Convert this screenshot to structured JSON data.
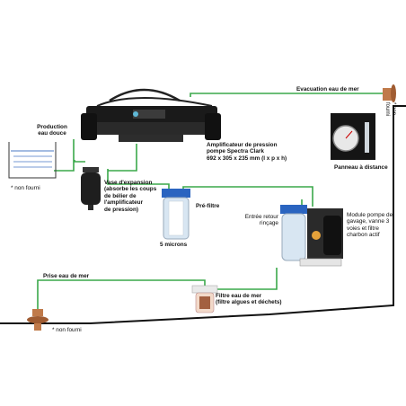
{
  "colors": {
    "water_line": "#3aa84a",
    "hull_line": "#111111",
    "equipment": "#1a1a1a",
    "bronze": "#c07a4a",
    "filter_housing": "#d8e6f2"
  },
  "labels": {
    "production": "Production\neau douce",
    "evacuation": "Evacuation eau de mer",
    "not_supplied_left": "* non fourni",
    "amplifier_title": "Amplificateur de pression\npompe Spectra Clark",
    "amplifier_dims": "692 x 305 x 235 mm (l x p x h)",
    "remote_panel": "Panneau à distance",
    "not_supplied_right": "* non fourni",
    "expansion_vessel": "Vase d'expansion\n(absorbe les coups\nde bélier de\nl'amplificateur\nde pression)",
    "prefilter": "Pré-filtre",
    "microns": "5 microns",
    "rinse_return": "Entrée retour\nrinçage",
    "pump_module": "Module pompe de\ngavage, vanne 3\nvoies et filtre\ncharbon actif",
    "seawater_intake": "Prise eau de mer",
    "seawater_filter": "Filtre eau de mer\n(filtre algues et déchets)",
    "not_supplied_bottom": "* non fourni"
  },
  "icons": [
    "water-tank-icon",
    "pressure-amplifier-pump-icon",
    "remote-panel-gauge-icon",
    "expansion-vessel-icon",
    "prefilter-cartridge-icon",
    "feed-pump-module-icon",
    "seawater-strainer-icon",
    "thru-hull-fitting-icon"
  ]
}
